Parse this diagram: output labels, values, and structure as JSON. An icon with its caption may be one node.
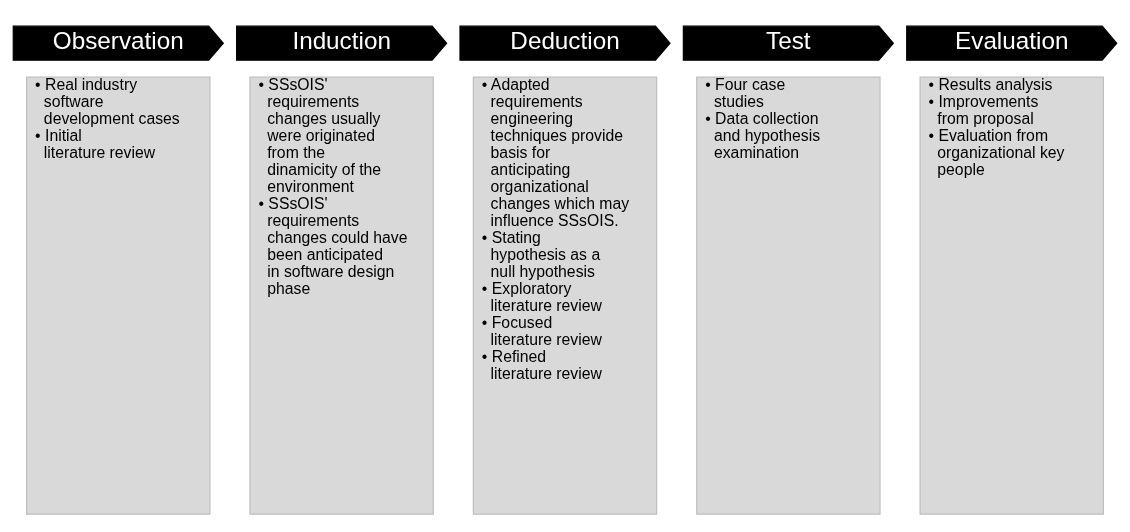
{
  "diagram": {
    "nodes": [
      {
        "text": [
          "Observation"
        ]
      },
      {
        "text": [
          "• Real industry software development cases",
          "• Initial literature review"
        ]
      },
      {
        "text": [
          "Induction"
        ]
      },
      {
        "text": [
          "• SSsOIS' requirements changes usually were originated from the dinamicity of the environment",
          "• SSsOIS' requirements changes could have been anticipated in software design phase"
        ]
      },
      {
        "text": [
          "Deduction"
        ]
      },
      {
        "text": [
          "• Adapted requirements engineering techniques provide basis for anticipating organizational changes which may influence SSsOIS.",
          "• Stating hypothesis as a null hypothesis",
          "• Exploratory literature review",
          "• Focused literature review",
          "• Refined literature review"
        ]
      },
      {
        "text": [
          "Test"
        ]
      },
      {
        "text": [
          "• Four case studies",
          "• Data collection and hypothesis examination"
        ]
      },
      {
        "text": [
          "Evaluation"
        ]
      },
      {
        "text": [
          "• Results analysis",
          "• Improvements from proposal",
          "• Evaluation from organizational key people"
        ]
      }
    ],
    "edges": []
  }
}
